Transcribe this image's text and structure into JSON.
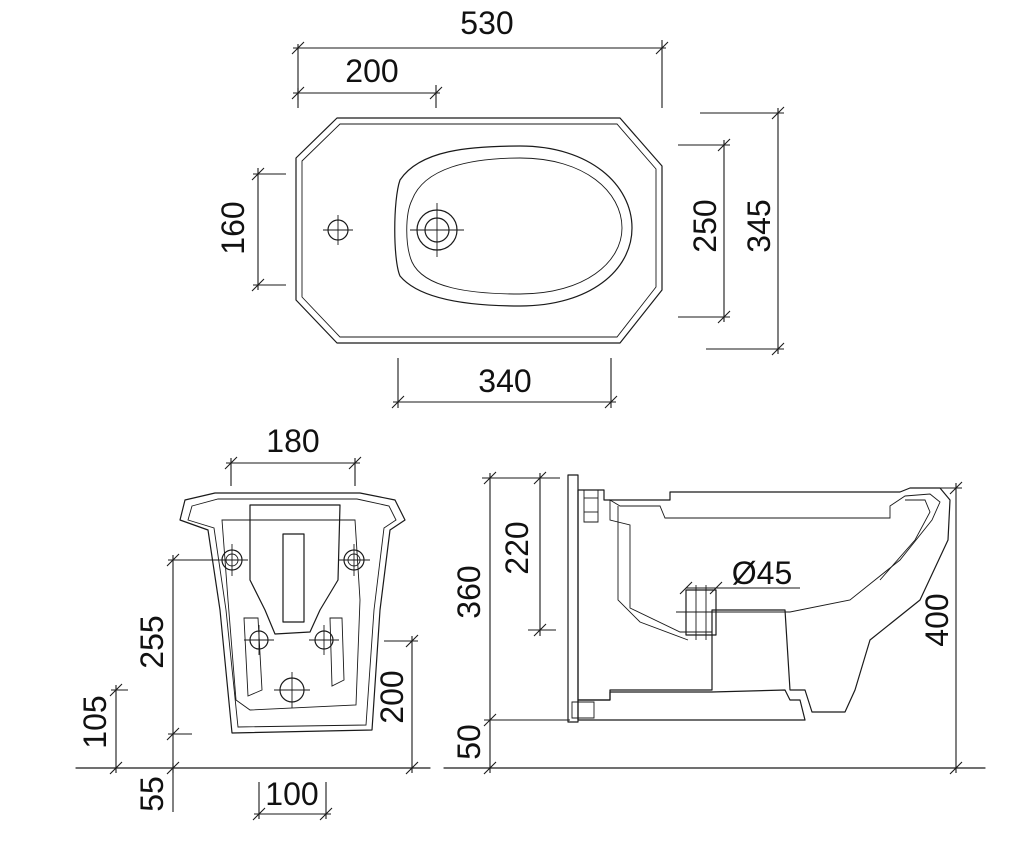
{
  "diagram": {
    "top_view": {
      "dims": {
        "overall_width": "530",
        "tap_offset": "200",
        "inner_height": "160",
        "bowl_depth": "250",
        "overall_depth": "345",
        "bowl_width": "340"
      }
    },
    "rear_view": {
      "dims": {
        "bracket_width": "180",
        "fixing_height": "255",
        "lower_fixing": "105",
        "floor_gap": "55",
        "outlet_spacing": "100",
        "outlet_height": "200"
      }
    },
    "side_view": {
      "dims": {
        "upper_height": "220",
        "total_height": "360",
        "outlet_diameter": "Ø45",
        "rim_height": "400",
        "base_height": "50"
      }
    }
  }
}
